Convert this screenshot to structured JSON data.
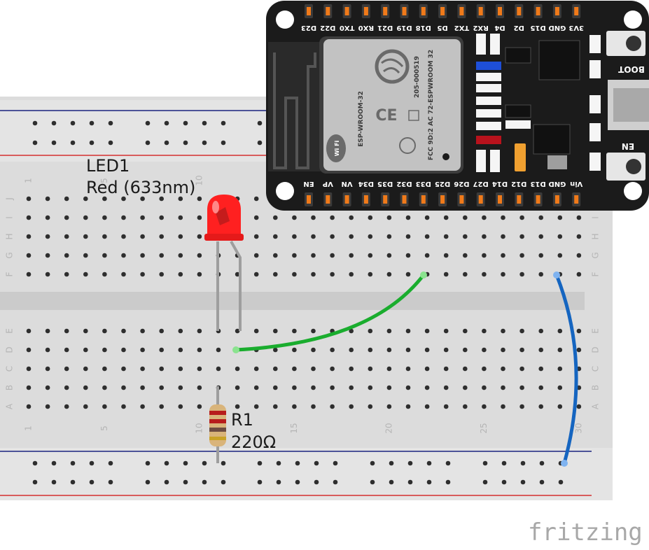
{
  "led": {
    "ref": "LED1",
    "value": "Red (633nm)"
  },
  "resistor": {
    "ref": "R1",
    "value": "220Ω"
  },
  "breadboard": {
    "column_numbers": [
      "1",
      "5",
      "10",
      "15",
      "20",
      "25",
      "30"
    ],
    "row_letters_top": [
      "J",
      "I",
      "H",
      "G",
      "F"
    ],
    "row_letters_bottom": [
      "E",
      "D",
      "C",
      "B",
      "A"
    ]
  },
  "esp32": {
    "top_pins": [
      "D23",
      "D22",
      "TX0",
      "RX0",
      "D21",
      "D19",
      "D18",
      "D5",
      "TX2",
      "RX2",
      "D4",
      "D2",
      "D15",
      "GND",
      "3V3"
    ],
    "bottom_pins": [
      "EN",
      "VP",
      "VN",
      "D34",
      "D35",
      "D32",
      "D33",
      "D25",
      "D26",
      "D27",
      "D14",
      "D12",
      "D13",
      "GND",
      "Vin"
    ],
    "module_name": "ESP-WROOM-32",
    "module_code": "205-000519",
    "fcc_text": "FCC 9D:2 AC 72-ESPWROOM 32",
    "boot_label": "BOOT",
    "en_label": "EN",
    "wifi_label": "Wi Fi"
  },
  "wires": {
    "signal_color": "#1aad2e",
    "ground_color": "#1565c0"
  },
  "colors": {
    "led_red": "#ff2020",
    "board_black": "#1b1b1b",
    "pin_orange": "#f07a1a",
    "rail_red": "#d32f2f",
    "rail_blue": "#1a237e"
  },
  "brand": "fritzing"
}
